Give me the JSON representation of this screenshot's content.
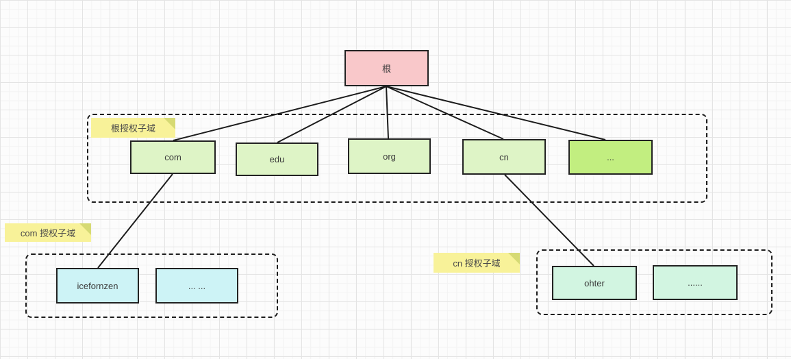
{
  "diagram": {
    "type": "dns-hierarchy-tree",
    "colors": {
      "root_fill": "#f9c8ca",
      "tld_fill": "#def4c6",
      "tld_more_fill": "#c2ee80",
      "com_child_fill": "#cdf3f6",
      "cn_child_fill": "#d2f5e1",
      "note_fill": "#f8f299",
      "note_fold": "#d6da74",
      "line_color": "#1c1c1c"
    },
    "nodes": {
      "root": {
        "label": "根",
        "fill": "#f9c8ca"
      },
      "com": {
        "label": "com",
        "fill": "#def4c6"
      },
      "edu": {
        "label": "edu",
        "fill": "#def4c6"
      },
      "org": {
        "label": "org",
        "fill": "#def4c6"
      },
      "cn": {
        "label": "cn",
        "fill": "#def4c6"
      },
      "more_tld": {
        "label": "...",
        "fill": "#c2ee80"
      },
      "icefornzen": {
        "label": "icefornzen",
        "fill": "#cdf3f6"
      },
      "com_more": {
        "label": "... ...",
        "fill": "#cdf3f6"
      },
      "ohter": {
        "label": "ohter",
        "fill": "#d2f5e1"
      },
      "cn_more": {
        "label": "......",
        "fill": "#d2f5e1"
      }
    },
    "zones": {
      "root_zone": {
        "note": "根授权子域"
      },
      "com_zone": {
        "note": "com 授权子域"
      },
      "cn_zone": {
        "note": "cn 授权子域"
      }
    },
    "edges": [
      {
        "from": "root",
        "to": "com"
      },
      {
        "from": "root",
        "to": "edu"
      },
      {
        "from": "root",
        "to": "org"
      },
      {
        "from": "root",
        "to": "cn"
      },
      {
        "from": "root",
        "to": "more_tld"
      },
      {
        "from": "com",
        "to": "icefornzen"
      },
      {
        "from": "cn",
        "to": "ohter"
      }
    ]
  }
}
